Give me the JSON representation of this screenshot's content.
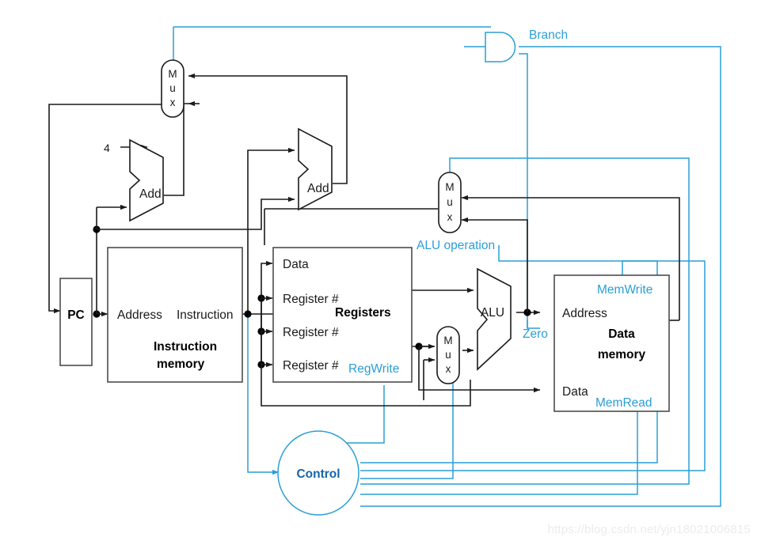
{
  "diagram": {
    "title": "MIPS single-cycle datapath with control unit",
    "colors": {
      "control_blue": "#2a9fd6",
      "datapath_black": "#1a1a1a",
      "block_stroke": "#4d4d4d",
      "background": "#ffffff",
      "watermark": "#ececec"
    }
  },
  "blocks": {
    "pc": {
      "label": "PC"
    },
    "instruction_memory": {
      "title_line1": "Instruction",
      "title_line2": "memory",
      "port_address": "Address",
      "port_instruction": "Instruction"
    },
    "registers": {
      "title": "Registers",
      "port_data": "Data",
      "port_reg1": "Register #",
      "port_reg2": "Register #",
      "port_reg3": "Register #",
      "control_signal": "RegWrite"
    },
    "data_memory": {
      "title_line1": "Data",
      "title_line2": "memory",
      "port_address": "Address",
      "port_data": "Data",
      "control_write": "MemWrite",
      "control_read": "MemRead"
    },
    "alu": {
      "label": "ALU",
      "flag_zero": "Zero",
      "control_signal": "ALU operation"
    },
    "add_pc": {
      "label": "Add"
    },
    "add_branch": {
      "label": "Add"
    },
    "control": {
      "label": "Control"
    },
    "and_gate": {
      "output_label": "Branch"
    }
  },
  "mux_labels": {
    "m": "M",
    "u": "u",
    "x": "x"
  },
  "muxes": [
    {
      "name": "pc-source-mux"
    },
    {
      "name": "mem-to-reg-mux"
    },
    {
      "name": "alu-src-mux"
    }
  ],
  "constants": {
    "four": "4"
  },
  "watermark": {
    "text": "https://blog.csdn.net/yjn18021006815"
  }
}
